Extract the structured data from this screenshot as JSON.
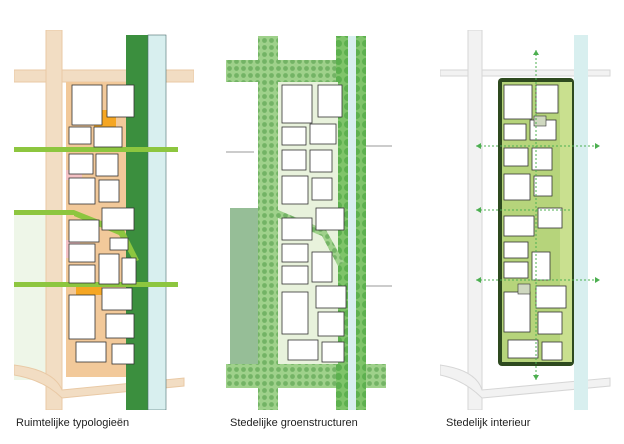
{
  "panels": [
    {
      "id": "ruimtelijke",
      "caption": "Ruimtelijke typologieën"
    },
    {
      "id": "groen",
      "caption": "Stedelijke groenstructuren"
    },
    {
      "id": "interieur",
      "caption": "Stedelijk interieur"
    }
  ],
  "colors": {
    "road": "#f2ddc3",
    "road_edge": "#e9c9a5",
    "plot_fill": "#f2c99a",
    "accent_orange": "#f5a623",
    "pink": "#f4c1c4",
    "light_green": "#8dc63f",
    "dark_green": "#3b8f3e",
    "water": "#d8efef",
    "tree_green": "#9fd18b",
    "tree_dark": "#4f9a45",
    "interior_green": "#b6d47b",
    "interior_dark": "#2e4a1f",
    "grey_road": "#dddddd",
    "arrow_green": "#4caf50"
  }
}
